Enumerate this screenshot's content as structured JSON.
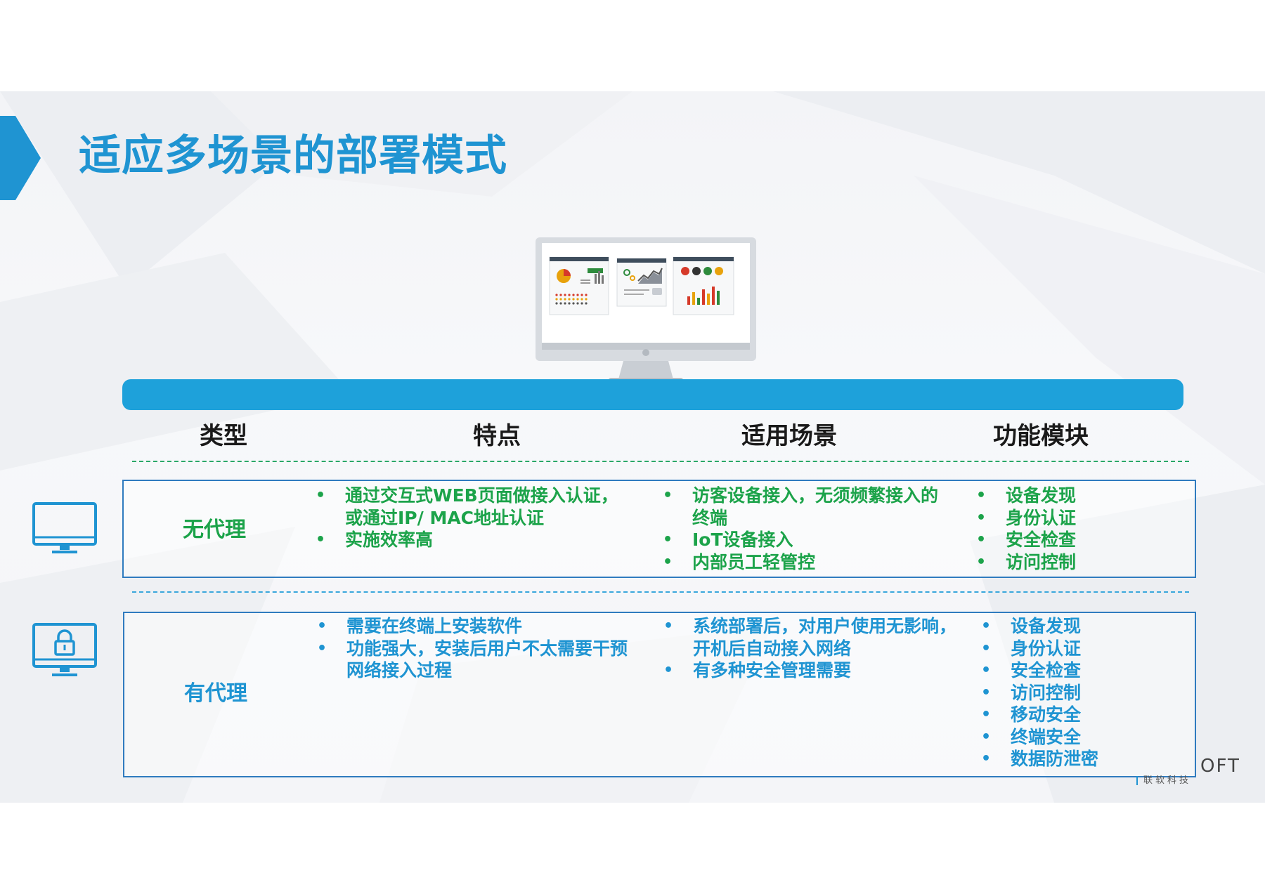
{
  "title": "适应多场景的部署模式",
  "columns": [
    "类型",
    "特点",
    "适用场景",
    "功能模块"
  ],
  "rows": [
    {
      "type": "无代理",
      "features": [
        "通过交互式WEB页面做接入认证，",
        "或通过IP/ MAC地址认证",
        "实施效率高"
      ],
      "scenarios": [
        "访客设备接入，无须频繁接入的",
        "终端",
        "IoT设备接入",
        "内部员工轻管控"
      ],
      "modules": [
        "设备发现",
        "身份认证",
        "安全检查",
        "访问控制"
      ]
    },
    {
      "type": "有代理",
      "features": [
        "需要在终端上安装软件",
        "功能强大，安装后用户不太需要干预",
        "网络接入过程"
      ],
      "scenarios": [
        "系统部署后，对用户使用无影响，",
        "开机后自动接入网络",
        "有多种安全管理需要"
      ],
      "modules": [
        "设备发现",
        "身份认证",
        "安全检查",
        "访问控制",
        "移动安全",
        "终端安全",
        "数据防泄密"
      ]
    }
  ],
  "brand": {
    "latin": "OFT",
    "cn": "联软科技"
  },
  "colors": {
    "primary": "#1f94d2",
    "bar": "#1ea1da",
    "green": "#1ca34a",
    "box_border": "#2f7bbf"
  },
  "icons": [
    "title-arrow-icon",
    "dashboard-monitor-icon",
    "monitor-icon",
    "lock-monitor-icon"
  ]
}
